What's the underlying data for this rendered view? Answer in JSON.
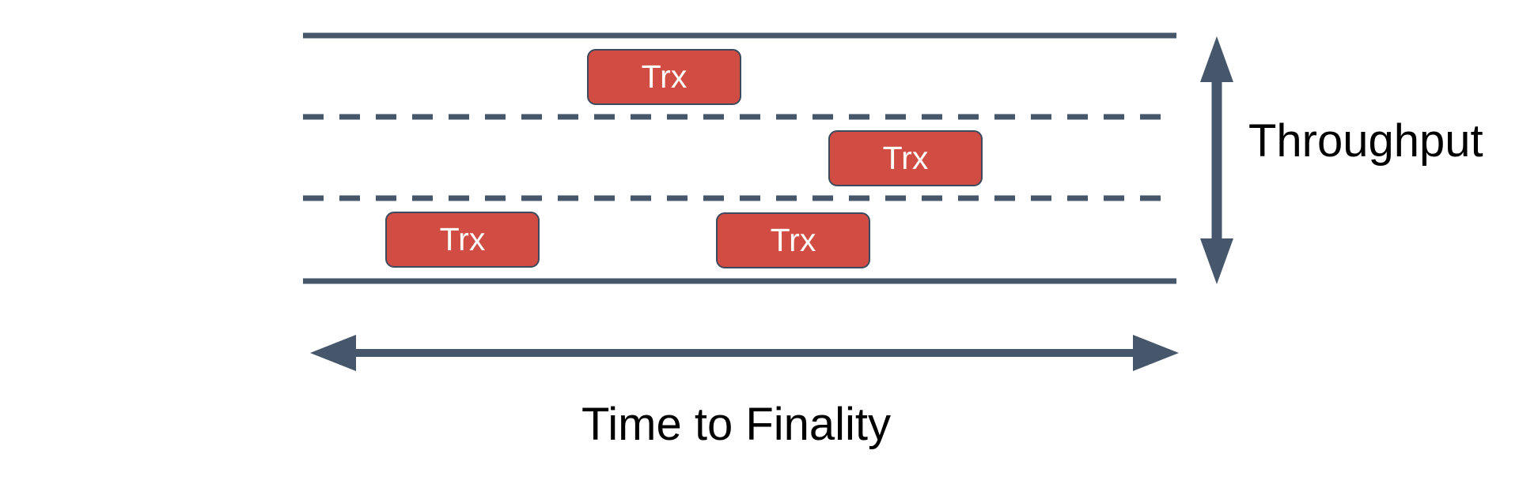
{
  "diagram": {
    "description": "Road-lane diagram of blockchain transactions: three lanes bounded by solid road edges and dashed lane dividers, with Trx boxes placed along the road",
    "lanes_count": 3,
    "transactions": [
      {
        "label": "Trx",
        "lane": 1
      },
      {
        "label": "Trx",
        "lane": 2
      },
      {
        "label": "Trx",
        "lane": 3
      },
      {
        "label": "Trx",
        "lane": 3
      }
    ],
    "axes": {
      "vertical_label": "Throughput",
      "horizontal_label": "Time to Finality"
    }
  },
  "colors": {
    "background": "#ffffff",
    "line": "#46566B",
    "trx_fill": "#D14C42",
    "trx_border": "#3D4A5E",
    "trx_text": "#ffffff",
    "label_text": "#000000"
  }
}
